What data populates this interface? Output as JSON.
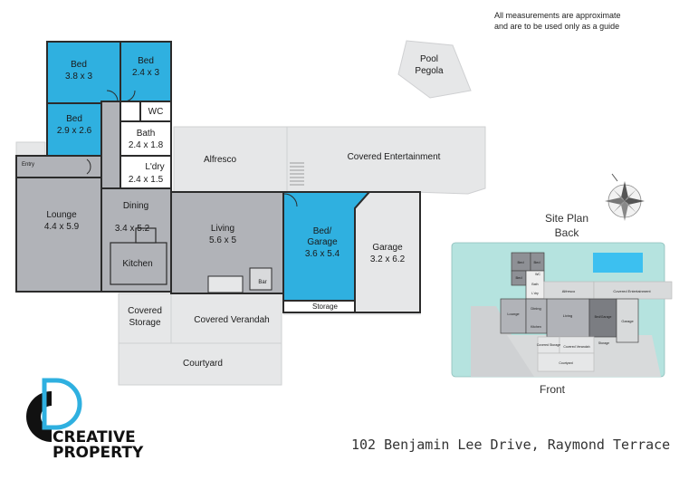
{
  "disclaimer": [
    "All measurements are approximate",
    "and are to be used only as a guide"
  ],
  "address": "102 Benjamin Lee Drive, Raymond Terrace",
  "logo": {
    "line1": "CREATIVE",
    "line2": "PROPERTY"
  },
  "colors": {
    "bedroom": "#2fb0e0",
    "living": "#b1b3b8",
    "exterior": "#e6e7e8",
    "wall": "#2b2b2b",
    "pool": "#3cc0f0",
    "lawn": "#b5e3df"
  },
  "rooms": {
    "bed1": {
      "name": "Bed",
      "size": "3.8 x 3"
    },
    "bed2": {
      "name": "Bed",
      "size": "2.4 x 3"
    },
    "bed3": {
      "name": "Bed",
      "size": "2.9 x 2.6"
    },
    "wc": {
      "name": "WC"
    },
    "bath": {
      "name": "Bath",
      "size": "2.4 x 1.8"
    },
    "laundry": {
      "name": "L'dry",
      "size": "2.4 x 1.5"
    },
    "entry": {
      "name": "Entry"
    },
    "lounge": {
      "name": "Lounge",
      "size": "4.4 x 5.9"
    },
    "dining": {
      "name": "Dining",
      "size": "3.4 x 5.2"
    },
    "kitchen": {
      "name": "Kitchen"
    },
    "living": {
      "name": "Living",
      "size": "5.6 x 5"
    },
    "bar": {
      "name": "Bar"
    },
    "bed_garage": {
      "name1": "Bed/",
      "name2": "Garage",
      "size": "3.6 x 5.4"
    },
    "garage": {
      "name": "Garage",
      "size": "3.2 x 6.2"
    },
    "storage": {
      "name": "Storage"
    },
    "alfresco": {
      "name": "Alfresco"
    },
    "covered_entertainment": {
      "name": "Covered Entertainment"
    },
    "covered_storage": {
      "name1": "Covered",
      "name2": "Storage"
    },
    "covered_verandah": {
      "name": "Covered Verandah"
    },
    "courtyard": {
      "name": "Courtyard"
    },
    "pool_pergola": {
      "name1": "Pool",
      "name2": "Pegola"
    }
  },
  "site_plan": {
    "title1": "Site Plan",
    "title2": "Back",
    "front": "Front",
    "mini": {
      "bed": "Bed",
      "wc": "WC",
      "bath": "Bath",
      "dry": "L'dry",
      "alfresco": "Alfresco",
      "entertain": "Covered Entertainment",
      "lounge": "Lounge",
      "dining": "Dining",
      "kitchen": "Kitchen",
      "living": "Living",
      "bedgarage": "Bed/Garage",
      "garage": "Garage",
      "storage": "Storage",
      "cstorage": "Covered Storage",
      "verandah": "Covered Verandah",
      "courtyard": "Courtyard"
    }
  }
}
